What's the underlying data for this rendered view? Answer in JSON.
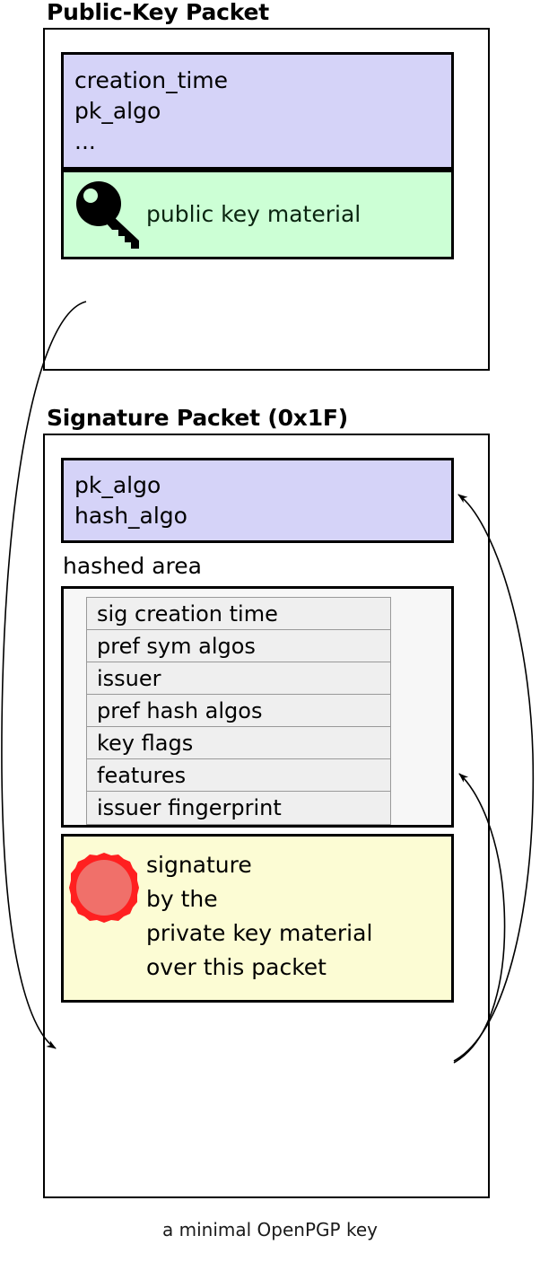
{
  "caption": "a minimal OpenPGP key",
  "public_key_packet": {
    "title": "Public-Key Packet",
    "header_fields": "creation_time\npk_algo\n...",
    "material_label": "public key material",
    "material_icon": "key-icon"
  },
  "signature_packet": {
    "title": "Signature Packet (0x1F)",
    "header_fields": "pk_algo\nhash_algo",
    "hashed_area_label": "hashed area",
    "subpackets": [
      "sig creation time",
      "pref sym algos",
      "issuer",
      "pref hash algos",
      "key flags",
      "features",
      "issuer fingerprint"
    ],
    "signature_text": "signature\nby the\nprivate key material\nover this packet",
    "signature_icon": "wax-seal-icon"
  },
  "colors": {
    "header_fill": "#d5d3f8",
    "key_material_fill": "#ccffd5",
    "signature_fill": "#fcfcd4",
    "hashed_area_fill": "#f7f7f7",
    "subpacket_fill": "#efefef",
    "seal_outer": "#ff2020",
    "seal_inner": "#f0706a",
    "stroke": "#000000"
  },
  "arrows": [
    {
      "name": "public-key-to-signature-arrow",
      "from": "public-key-packet",
      "to": "signature-block"
    },
    {
      "name": "signature-to-sig-header-arrow",
      "from": "signature-block",
      "to": "sig-header-block"
    },
    {
      "name": "signature-to-hashed-area-arrow",
      "from": "signature-block",
      "to": "hashed-area-box"
    }
  ]
}
